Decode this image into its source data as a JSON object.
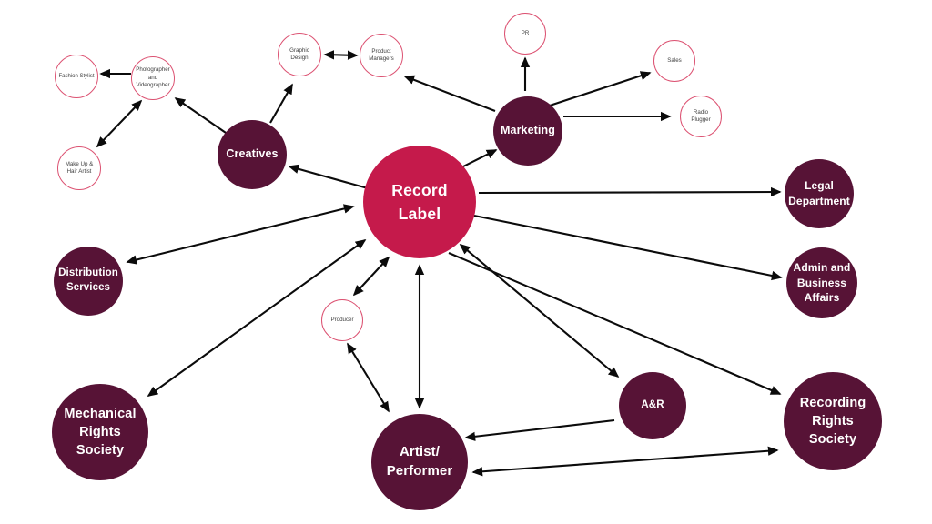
{
  "diagram": {
    "colors": {
      "hub": "#C51A4B",
      "department": "#571336",
      "satellite_stroke": "#DC5272",
      "satellite_text": "#3F3F3F",
      "arrow": "#0B0B0B",
      "background": "#FFFFFF",
      "light_text": "#FFFFFF"
    },
    "nodes": [
      {
        "id": "record-label",
        "label": "Record\nLabel",
        "kind": "hub"
      },
      {
        "id": "creatives",
        "label": "Creatives",
        "kind": "department"
      },
      {
        "id": "marketing",
        "label": "Marketing",
        "kind": "department"
      },
      {
        "id": "legal-department",
        "label": "Legal\nDepartment",
        "kind": "department"
      },
      {
        "id": "admin-business-affairs",
        "label": "Admin and\nBusiness\nAffairs",
        "kind": "department"
      },
      {
        "id": "recording-rights-society",
        "label": "Recording\nRights\nSociety",
        "kind": "department"
      },
      {
        "id": "a-and-r",
        "label": "A&R",
        "kind": "department"
      },
      {
        "id": "artist-performer",
        "label": "Artist/\nPerformer",
        "kind": "department"
      },
      {
        "id": "distribution-services",
        "label": "Distribution\nServices",
        "kind": "department"
      },
      {
        "id": "mechanical-rights-society",
        "label": "Mechanical\nRights\nSociety",
        "kind": "department"
      },
      {
        "id": "photographer-videographer",
        "label": "Photographer\nand\nVideographer",
        "kind": "satellite"
      },
      {
        "id": "fashion-stylist",
        "label": "Fashion Stylist",
        "kind": "satellite"
      },
      {
        "id": "make-up-hair-artist",
        "label": "Make Up &\nHair Artist",
        "kind": "satellite"
      },
      {
        "id": "graphic-design",
        "label": "Graphic\nDesign",
        "kind": "satellite"
      },
      {
        "id": "product-managers",
        "label": "Product\nManagers",
        "kind": "satellite"
      },
      {
        "id": "pr",
        "label": "PR",
        "kind": "satellite"
      },
      {
        "id": "sales",
        "label": "Sales",
        "kind": "satellite"
      },
      {
        "id": "radio-plugger",
        "label": "Radio\nPlugger",
        "kind": "satellite"
      },
      {
        "id": "producer",
        "label": "Producer",
        "kind": "satellite"
      }
    ],
    "edges": [
      {
        "from": "record-label",
        "to": "creatives",
        "bidirectional": false
      },
      {
        "from": "record-label",
        "to": "marketing",
        "bidirectional": false
      },
      {
        "from": "record-label",
        "to": "legal-department",
        "bidirectional": false
      },
      {
        "from": "record-label",
        "to": "admin-business-affairs",
        "bidirectional": false
      },
      {
        "from": "record-label",
        "to": "recording-rights-society",
        "bidirectional": false
      },
      {
        "from": "record-label",
        "to": "a-and-r",
        "bidirectional": true
      },
      {
        "from": "record-label",
        "to": "artist-performer",
        "bidirectional": true
      },
      {
        "from": "record-label",
        "to": "producer",
        "bidirectional": true
      },
      {
        "from": "record-label",
        "to": "mechanical-rights-society",
        "bidirectional": true
      },
      {
        "from": "record-label",
        "to": "distribution-services",
        "bidirectional": true
      },
      {
        "from": "creatives",
        "to": "photographer-videographer",
        "bidirectional": false
      },
      {
        "from": "creatives",
        "to": "graphic-design",
        "bidirectional": false
      },
      {
        "from": "photographer-videographer",
        "to": "fashion-stylist",
        "bidirectional": false
      },
      {
        "from": "photographer-videographer",
        "to": "make-up-hair-artist",
        "bidirectional": true
      },
      {
        "from": "graphic-design",
        "to": "product-managers",
        "bidirectional": true
      },
      {
        "from": "marketing",
        "to": "product-managers",
        "bidirectional": false
      },
      {
        "from": "marketing",
        "to": "pr",
        "bidirectional": false
      },
      {
        "from": "marketing",
        "to": "sales",
        "bidirectional": false
      },
      {
        "from": "marketing",
        "to": "radio-plugger",
        "bidirectional": false
      },
      {
        "from": "producer",
        "to": "artist-performer",
        "bidirectional": true
      },
      {
        "from": "a-and-r",
        "to": "artist-performer",
        "bidirectional": false
      },
      {
        "from": "artist-performer",
        "to": "recording-rights-society",
        "bidirectional": true
      }
    ]
  }
}
